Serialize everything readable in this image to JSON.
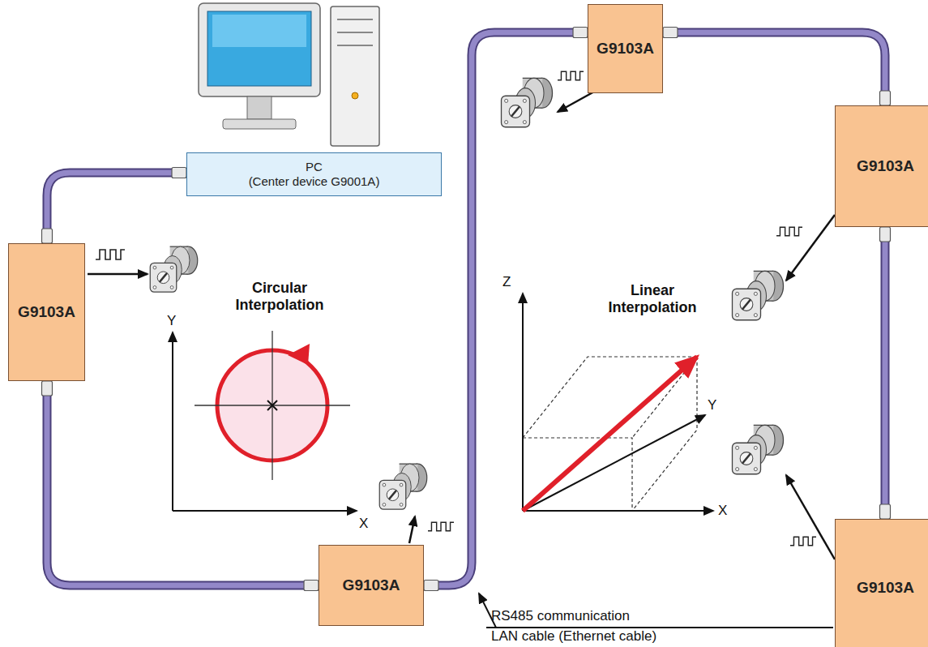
{
  "diagram": {
    "nodes": [
      {
        "text": [
          "PC",
          "(Center device G9001A)"
        ]
      },
      {
        "text": [
          "G9103A"
        ]
      },
      {
        "text": [
          "G9103A"
        ]
      },
      {
        "text": [
          "G9103A"
        ]
      },
      {
        "text": [
          "G9103A"
        ]
      },
      {
        "text": [
          "G9103A"
        ]
      }
    ],
    "edges": [
      {
        "from": 0,
        "to": 1,
        "arrow": "none"
      },
      {
        "from": 1,
        "to": 2,
        "arrow": "none"
      },
      {
        "from": 2,
        "to": 3,
        "arrow": "none"
      },
      {
        "from": 3,
        "to": 4,
        "arrow": "none"
      },
      {
        "from": 4,
        "to": 5,
        "arrow": "none"
      }
    ],
    "labels": [
      "Circular Interpolation",
      "Y",
      "X",
      "Linear Interpolation",
      "Z",
      "Y",
      "X",
      "RS485 communication",
      "LAN cable (Ethernet cable)"
    ]
  }
}
